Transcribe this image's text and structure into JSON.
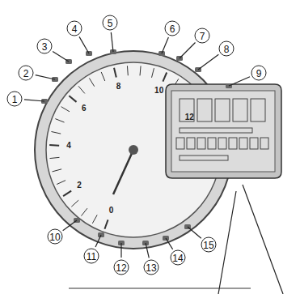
{
  "diagram": {
    "labels": [
      "1",
      "2",
      "3",
      "4",
      "5",
      "6",
      "7",
      "8",
      "9",
      "10",
      "11",
      "12",
      "13",
      "14",
      "15",
      "0",
      "2",
      "4",
      "6",
      "8",
      "10",
      "12"
    ]
  }
}
